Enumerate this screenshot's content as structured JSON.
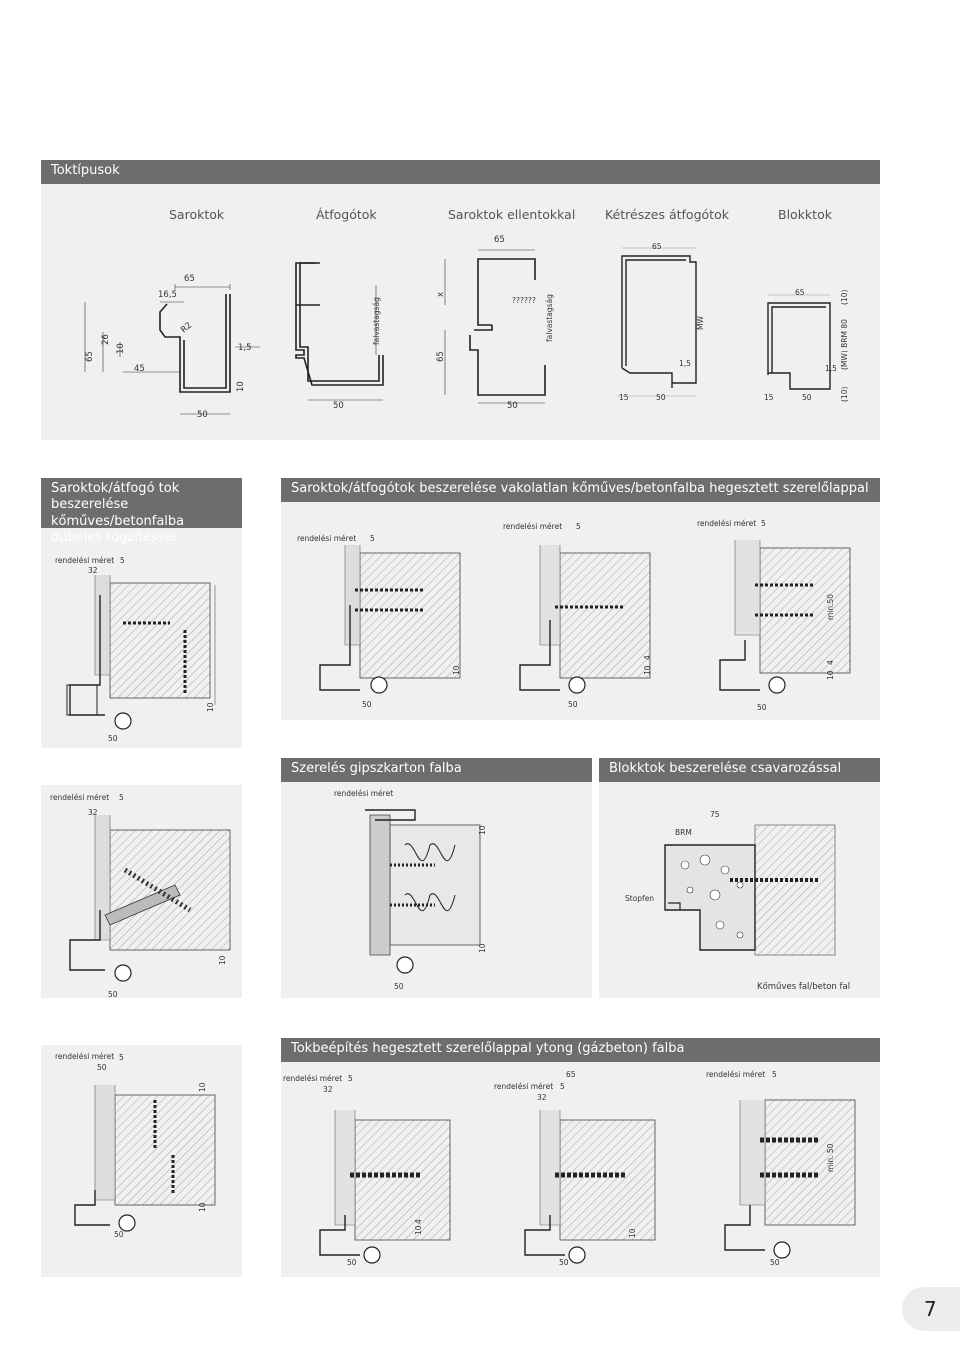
{
  "top_section": {
    "title": "Toktípusok",
    "types": [
      "Saroktok",
      "Átfogótok",
      "Saroktok ellentokkal",
      "Kétrészes átfogótok",
      "Blokktok"
    ],
    "dims": {
      "saroktok": [
        "65",
        "16,5",
        "26",
        "10",
        "65",
        "45",
        "R2",
        "1,5",
        "10",
        "50",
        "R2"
      ],
      "atfogotok": [
        "falvastagság",
        "50"
      ],
      "ellentok": [
        "65",
        "x",
        "65",
        "??????",
        "falvastagság",
        "50"
      ],
      "ketreszes": [
        "65",
        "MW",
        "1,5",
        "15",
        "50"
      ],
      "blokktok": [
        "65",
        "(10)",
        "(MW) BRM 80",
        "1,5",
        "15",
        "50",
        "(10)"
      ]
    }
  },
  "section2": {
    "title_left": "Saroktok/átfogó tok beszerelése kőműves/betonfalba dübeles rögzítéssel",
    "title_right": "Saroktok/átfogótok beszerelése vakolatlan kőműves/betonfalba hegesztett szerelőlappal",
    "d1": {
      "rendelesi": "rendelési méret",
      "v32": "32",
      "v5": "5",
      "v10": "10",
      "v50": "50"
    },
    "d2": {
      "rendelesi": "rendelési méret",
      "v5": "5",
      "v10": "10",
      "v50": "50"
    },
    "d3": {
      "rendelesi": "rendelési méret",
      "v5": "5",
      "v10": "10",
      "v4": "4",
      "v50": "50"
    },
    "d4": {
      "rendelesi": "rendelési méret",
      "v5": "5",
      "min50": "min.50",
      "v10": "10",
      "v4": "4",
      "v50": "50"
    }
  },
  "section3": {
    "title_gipsz": "Szerelés gipszkarton falba",
    "title_blokk": "Blokktok beszerelése csavarozással",
    "d1": {
      "rendelesi": "rendelési méret",
      "v5": "5",
      "v32": "32",
      "v10": "10",
      "v50": "50"
    },
    "d2": {
      "rendelesi": "rendelési méret",
      "v10a": "10",
      "v10b": "10",
      "v50": "50"
    },
    "d3": {
      "v75": "75",
      "brm": "BRM",
      "stopfen": "Stopfen",
      "wall": "Kőműves fal/beton fal"
    }
  },
  "section4": {
    "title": "Tokbeépítés hegesztett szerelőlappal ytong (gázbeton) falba",
    "d1": {
      "rendelesi": "rendelési méret",
      "v5": "5",
      "v50a": "50",
      "v10a": "10",
      "v10b": "10",
      "v50b": "50"
    },
    "d2": {
      "rendelesi": "rendelési méret",
      "v5": "5",
      "v32": "32",
      "v10": "10",
      "v4": "4",
      "v50": "50"
    },
    "d3": {
      "rendelesi": "rendelési méret",
      "v65": "65",
      "v5": "5",
      "v32": "32",
      "v10": "10",
      "v50": "50"
    },
    "d4": {
      "rendelesi": "rendelési méret",
      "v5": "5",
      "min50": "min. 50",
      "v50": "50"
    }
  },
  "page_number": "7"
}
